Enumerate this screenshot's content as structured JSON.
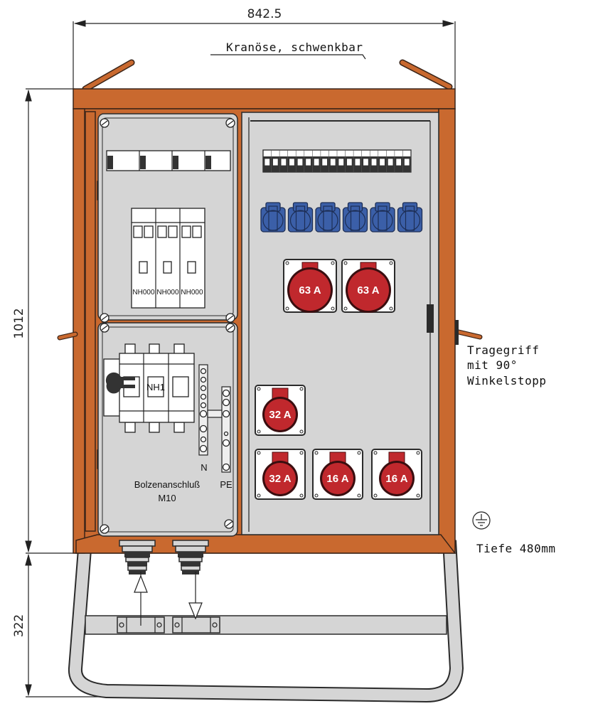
{
  "title": "Verteilerschrank – Maßzeichnung",
  "dimensions": {
    "width": "842.5",
    "height_cabinet": "1012",
    "height_stand": "322",
    "depth": "Tiefe 480mm"
  },
  "annotations": {
    "crane_eye": "Kranöse, schwenkbar",
    "handle_line1": "Tragegriff",
    "handle_line2": "mit 90°",
    "handle_line3": "Winkelstopp",
    "bolt_line1": "Bolzenanschluß",
    "bolt_line2": "M10",
    "neutral": "N",
    "protective_earth": "PE",
    "main_switch": "NH1"
  },
  "fuses": [
    "NH000",
    "NH000",
    "NH000"
  ],
  "sockets": {
    "schuko_count": 6,
    "cee_63": [
      "63 A",
      "63 A"
    ],
    "cee_32": [
      "32 A",
      "32 A"
    ],
    "cee_16": [
      "16 A",
      "16 A"
    ]
  },
  "icons": {
    "ground": "ground-symbol-icon"
  },
  "colors": {
    "housing": "#c9692f",
    "panel": "#d5d5d5",
    "schuko": "#3b5fa8",
    "cee": "#c0282d"
  }
}
